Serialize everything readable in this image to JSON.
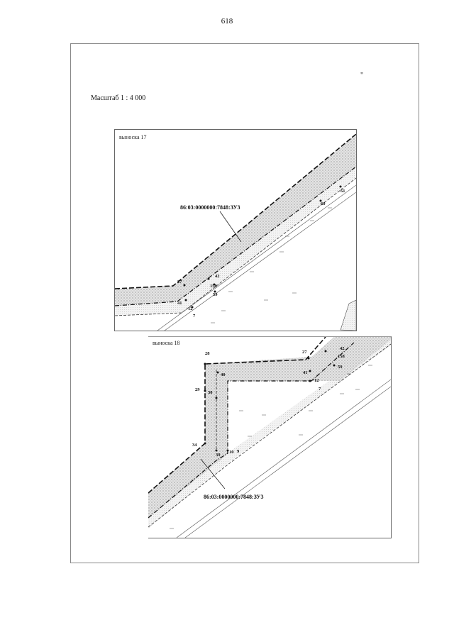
{
  "page_number": "618",
  "header_quote": "\"",
  "scale_label": "Масштаб 1 : 4 000",
  "panels": [
    {
      "label": "выноска 17",
      "parcel_label": "86:03:0000000:7848:ЗУ3",
      "points": [
        "27",
        "42",
        "158",
        "41",
        "59",
        "12",
        "7",
        "60",
        "61"
      ]
    },
    {
      "label": "выноска 18",
      "parcel_label": "86:03:0000000:7848:ЗУ3",
      "points": [
        "28",
        "40",
        "27",
        "42",
        "158",
        "41",
        "59",
        "12",
        "7",
        "29",
        "30",
        "34",
        "39",
        "10",
        "9"
      ]
    }
  ]
}
